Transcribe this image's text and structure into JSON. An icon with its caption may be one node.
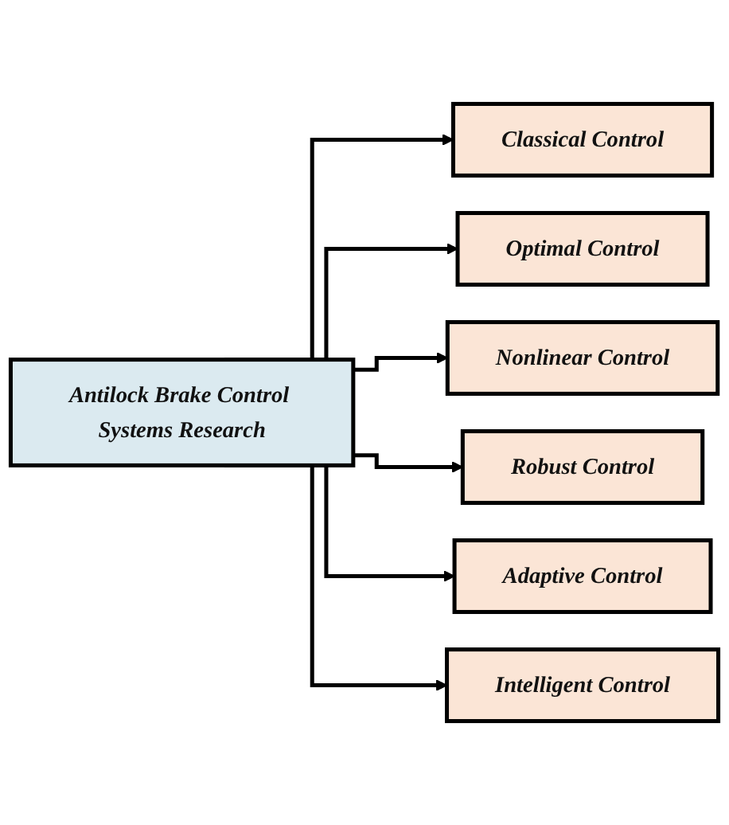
{
  "diagram": {
    "nodes": [
      {
        "text": [
          "Antilock Brake Control Systems Research"
        ]
      },
      {
        "text": [
          "Classical Control"
        ]
      },
      {
        "text": [
          "Optimal Control"
        ]
      },
      {
        "text": [
          "Nonlinear Control"
        ]
      },
      {
        "text": [
          "Robust Control"
        ]
      },
      {
        "text": [
          "Adaptive Control"
        ]
      },
      {
        "text": [
          "Intelligent Control"
        ]
      }
    ],
    "edges": [
      {
        "from": 0,
        "to": 1,
        "arrow": "to"
      },
      {
        "from": 0,
        "to": 2,
        "arrow": "to"
      },
      {
        "from": 0,
        "to": 3,
        "arrow": "to"
      },
      {
        "from": 0,
        "to": 4,
        "arrow": "to"
      },
      {
        "from": 0,
        "to": 5,
        "arrow": "to"
      },
      {
        "from": 0,
        "to": 6,
        "arrow": "to"
      }
    ]
  }
}
